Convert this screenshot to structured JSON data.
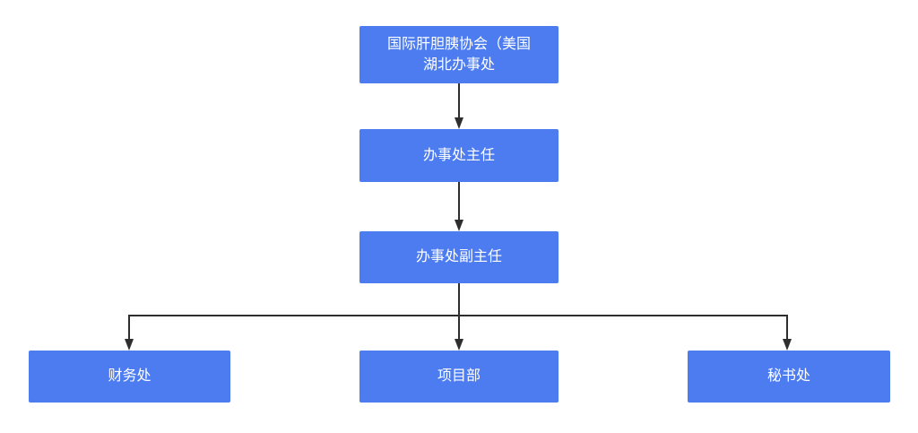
{
  "diagram": {
    "type": "org-chart",
    "direction": "top-down",
    "nodes": [
      {
        "id": "root",
        "label": "国际肝胆胰协会（美国\n湖北办事处"
      },
      {
        "id": "director",
        "label": "办事处主任"
      },
      {
        "id": "deputy-director",
        "label": "办事处副主任"
      },
      {
        "id": "finance",
        "label": "财务处"
      },
      {
        "id": "project",
        "label": "项目部"
      },
      {
        "id": "secretariat",
        "label": "秘书处"
      }
    ],
    "edges": [
      {
        "from": "root",
        "to": "director"
      },
      {
        "from": "director",
        "to": "deputy-director"
      },
      {
        "from": "deputy-director",
        "to": "finance"
      },
      {
        "from": "deputy-director",
        "to": "project"
      },
      {
        "from": "deputy-director",
        "to": "secretariat"
      }
    ],
    "colors": {
      "node_fill": "#4D7CF0",
      "node_text": "#FFFFFF",
      "connector": "#2E2E2E",
      "background": "#FFFFFF"
    }
  }
}
